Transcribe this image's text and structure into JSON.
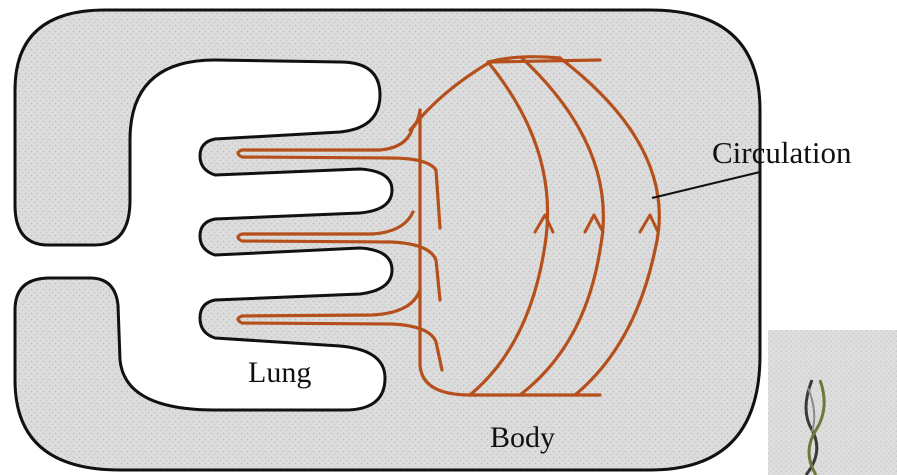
{
  "labels": {
    "circulation": "Circulation",
    "lung": "Lung",
    "body": "Body"
  },
  "colors": {
    "background": "#ffffff",
    "body_fill": "#dcdcdc",
    "body_stipple": "#bdbdbd",
    "outline": "#111111",
    "vessel": "#b5501c",
    "corner_patch_fill": "#d8d8d8"
  },
  "icons": {
    "flow_arrow": "upward-chevron-arrow"
  }
}
